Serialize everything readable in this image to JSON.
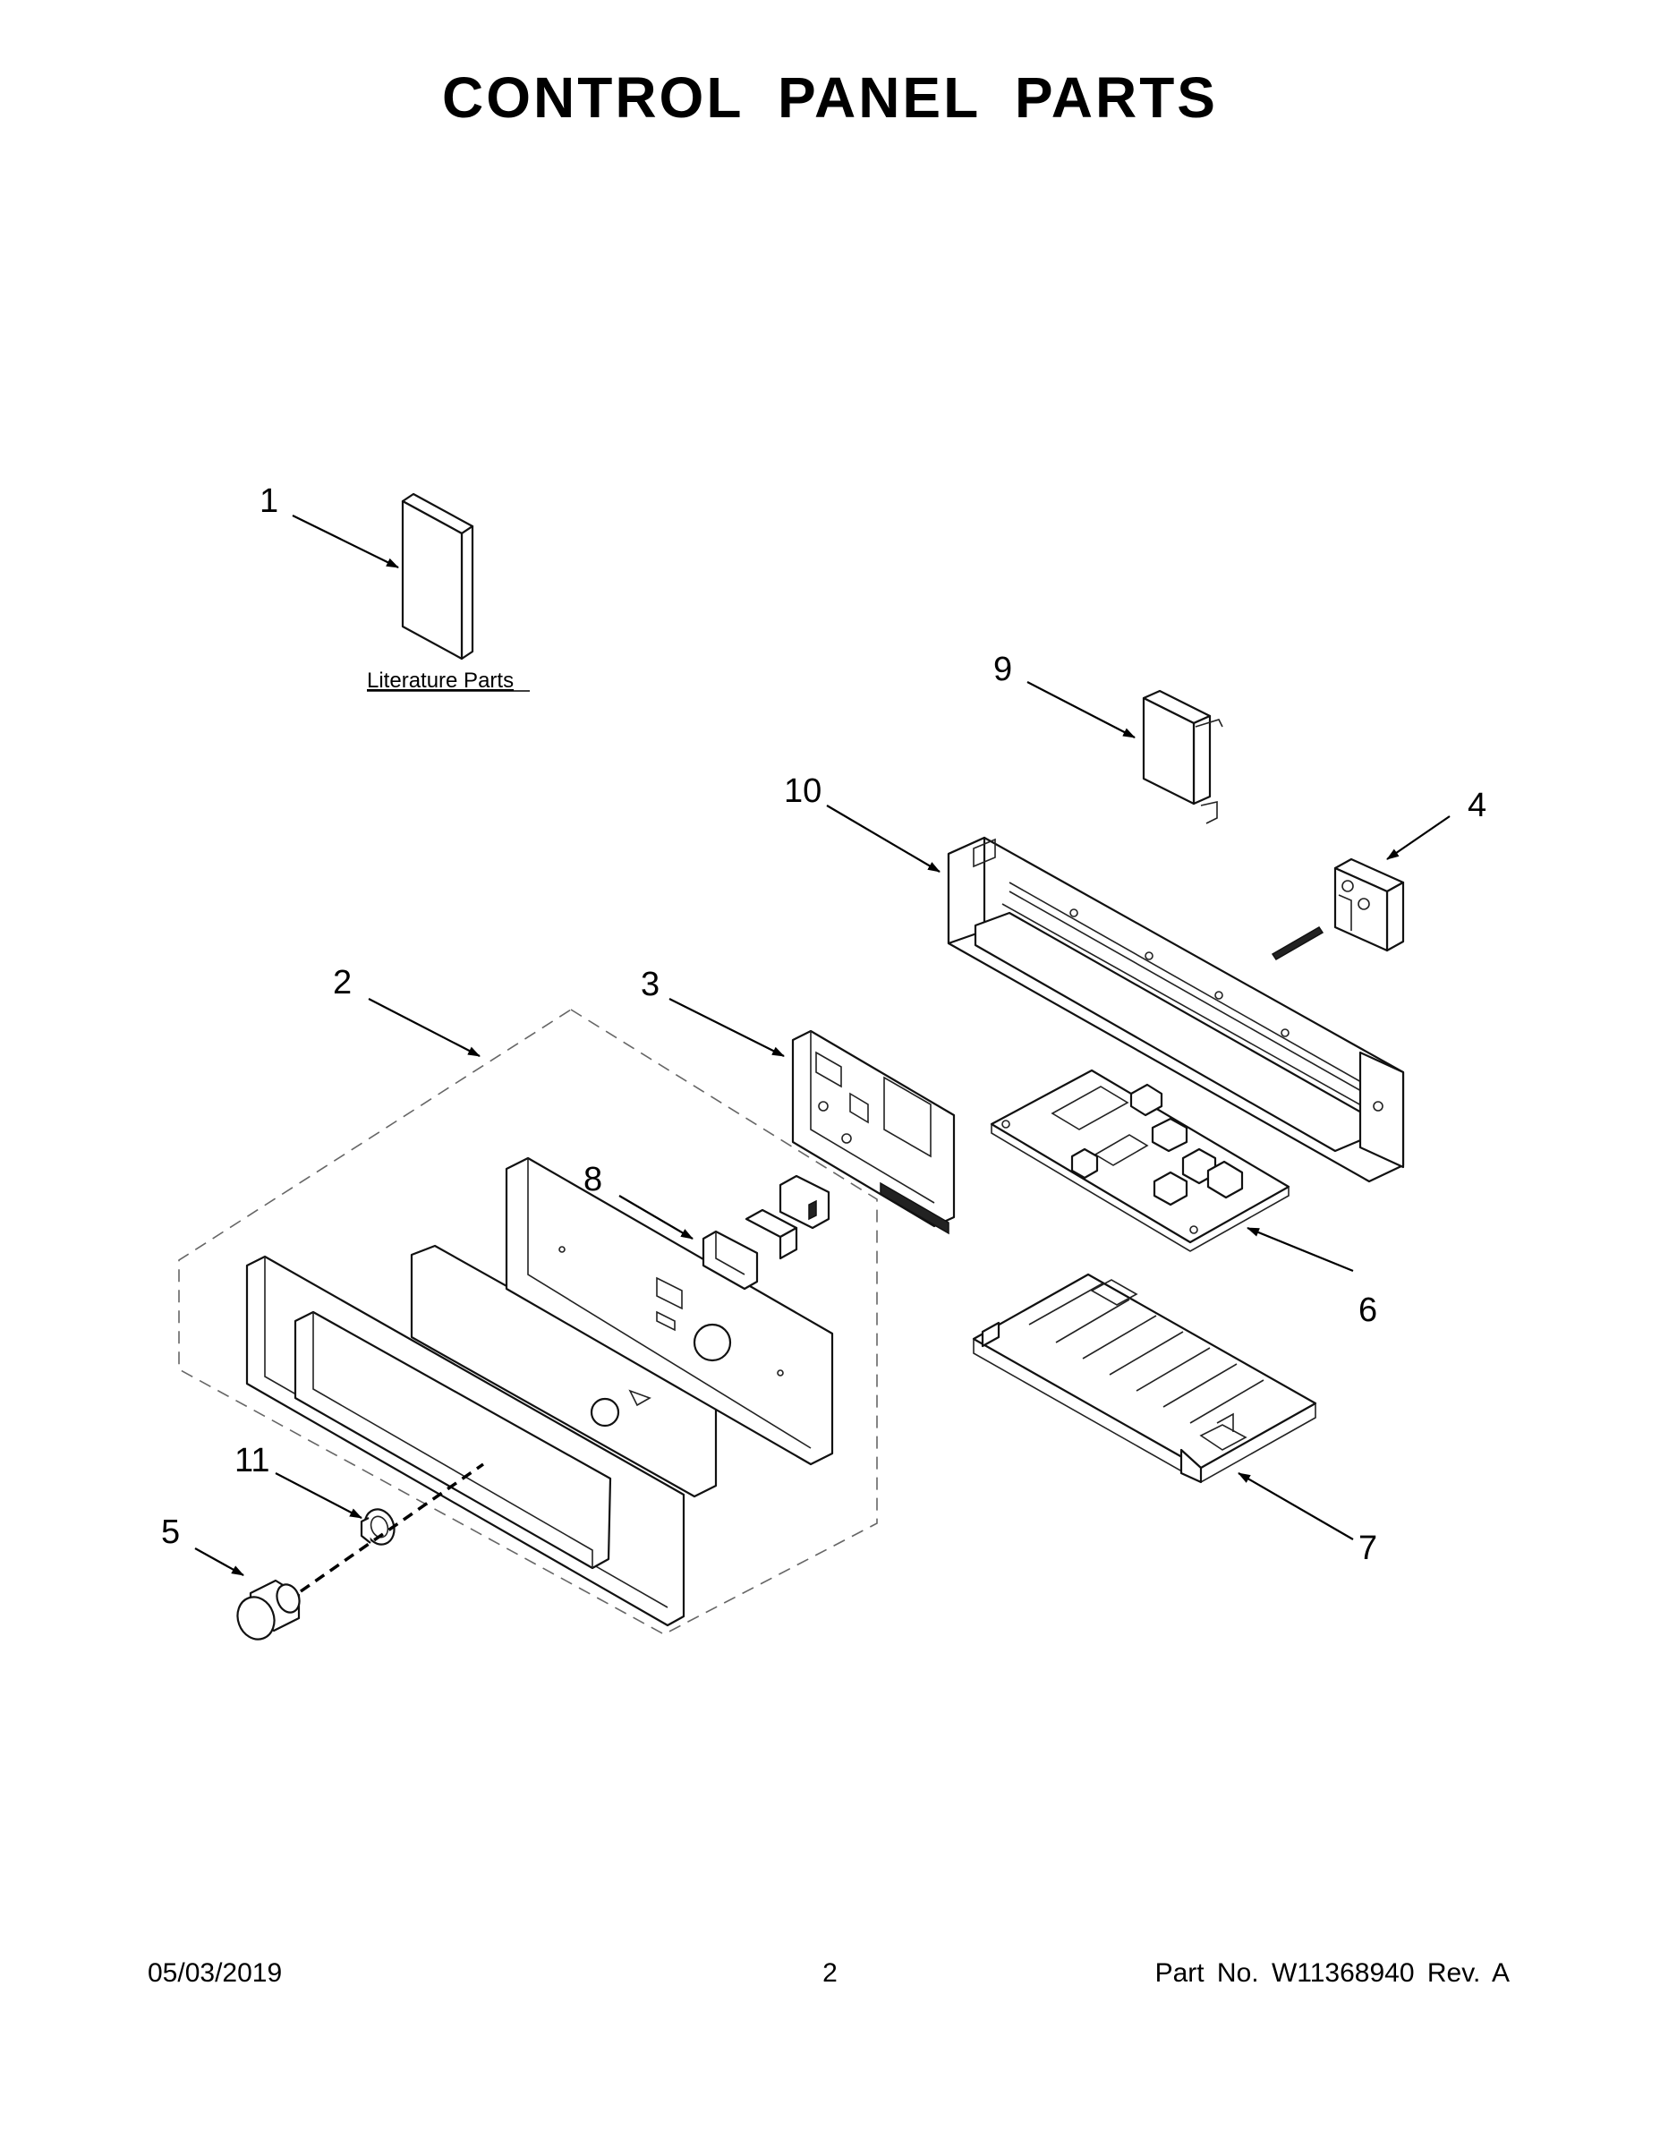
{
  "page": {
    "title": "CONTROL PANEL PARTS",
    "literature_label": "Literature Parts",
    "footer": {
      "date": "05/03/2019",
      "page_number": "2",
      "part_no": "Part No.  W11368940  Rev.  A"
    }
  },
  "callouts": [
    "1",
    "2",
    "3",
    "4",
    "5",
    "6",
    "7",
    "8",
    "9",
    "10",
    "11"
  ]
}
